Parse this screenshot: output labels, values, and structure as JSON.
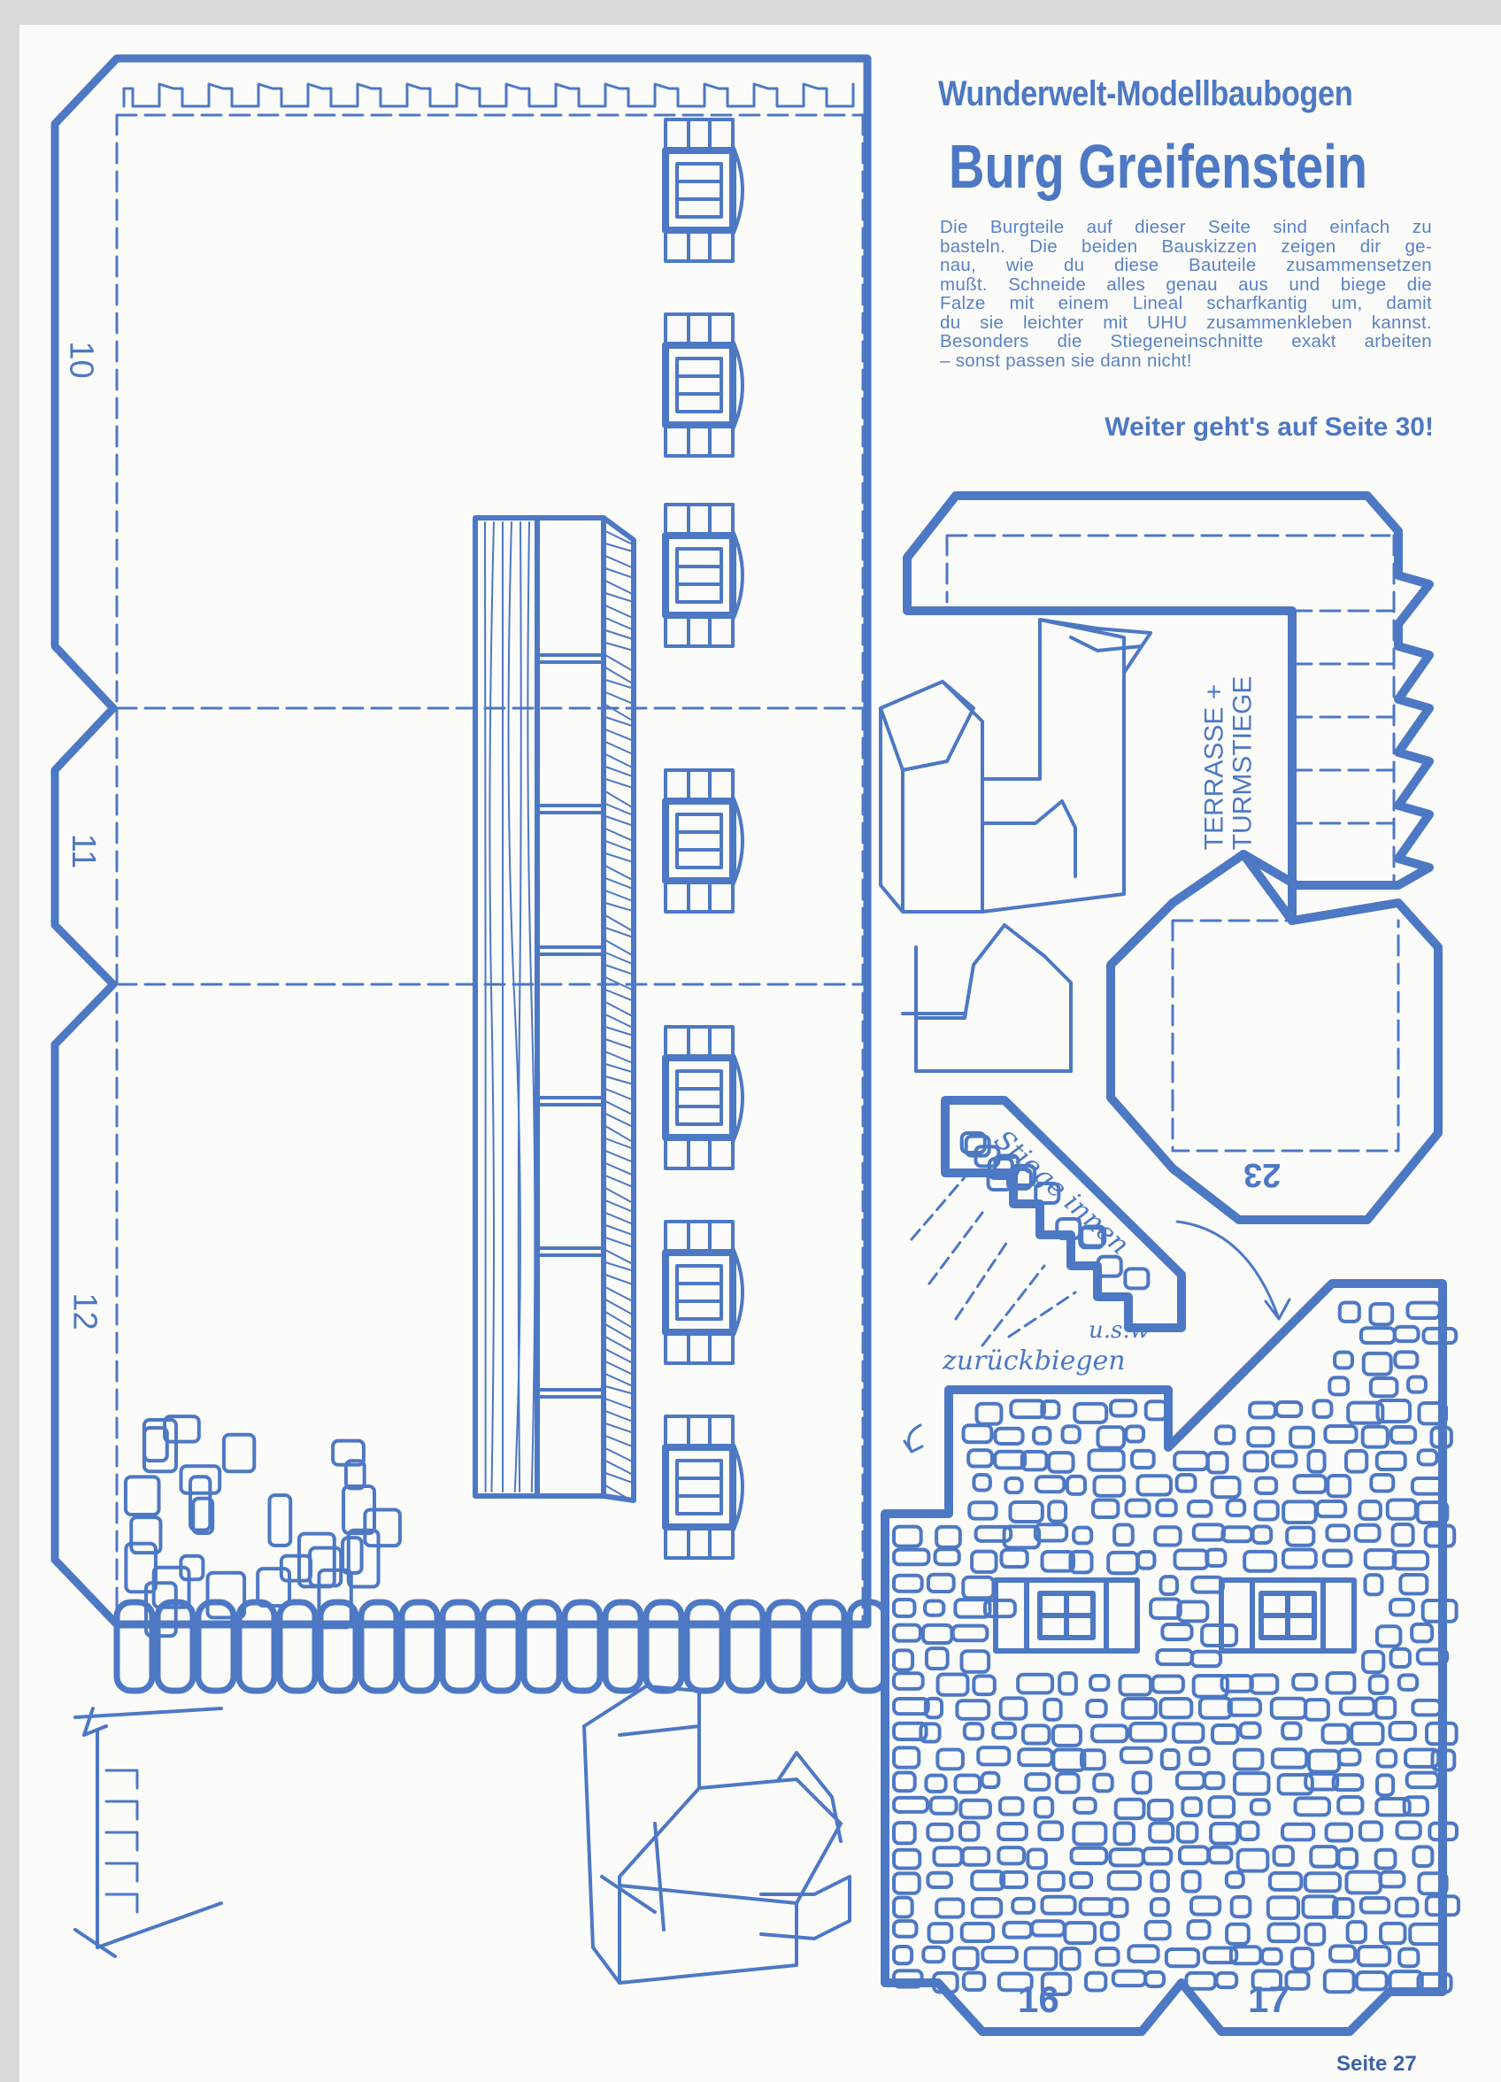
{
  "header": {
    "series": "Wunderwelt-Modellbaubogen",
    "title": "Burg Greifenstein"
  },
  "intro_lines": [
    "Die Burgteile auf dieser Seite sind einfach zu",
    "basteln. Die beiden Bauskizzen zeigen dir ge-",
    "nau, wie du diese Bauteile zusammensetzen",
    "mußt. Schneide alles genau aus und biege die",
    "Falze mit einem Lineal scharfkantig um, damit",
    "du sie leichter mit UHU zusammenkleben kannst.",
    "Besonders die Stiegeneinschnitte exakt arbeiten",
    "– sonst passen sie dann nicht!"
  ],
  "continue": "Weiter geht's auf Seite 30!",
  "parts": {
    "p10": "10",
    "p11": "11",
    "p12": "12",
    "p16": "16",
    "p17": "17",
    "p23": "23",
    "terrace_line1": "TERRASSE +",
    "terrace_line2": "TURMSTIEGE"
  },
  "annotations": {
    "stairs_inside": "Stiege innen",
    "etc": "u.s.w",
    "fold_back": "zurückbiegen"
  },
  "footer": {
    "page": "Seite 27"
  },
  "colors": {
    "ink": "#4d78c4",
    "paper": "#fbfbf9"
  }
}
